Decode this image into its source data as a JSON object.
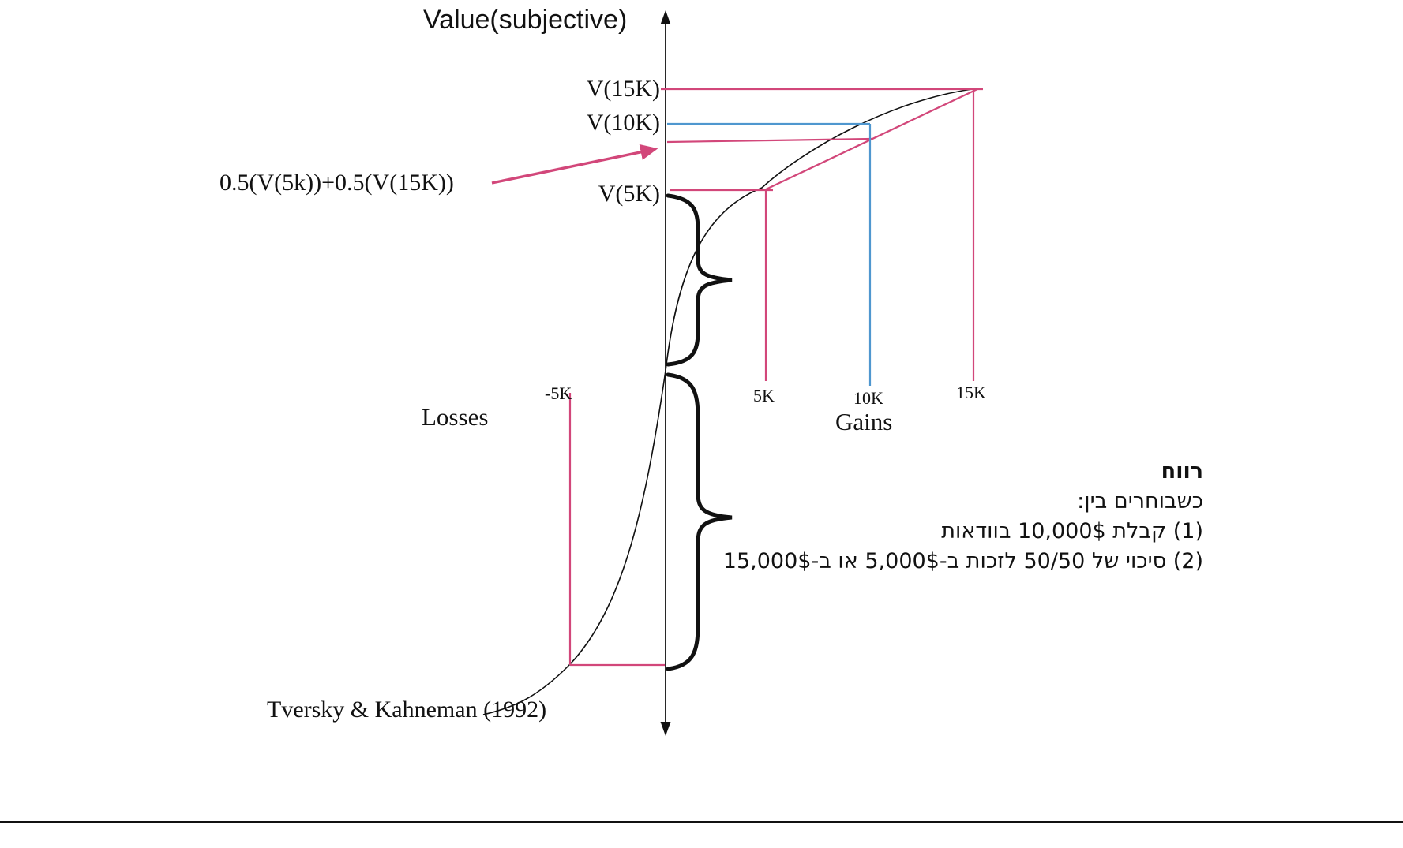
{
  "figure": {
    "y_axis_title": "Value(subjective)",
    "v15k_label": "V(15K)",
    "v10k_label": "V(10K)",
    "v5k_label": "V(5K)",
    "formula_label": "0.5(V(5k))+0.5(V(15K))",
    "tick_neg5k": "-5K",
    "tick_5k": "5K",
    "tick_10k": "10K",
    "tick_15k": "15K",
    "losses_label": "Losses",
    "gains_label": "Gains",
    "citation": "Tversky & Kahneman (1992)"
  },
  "annotation_rtl": {
    "heading": "רווח",
    "line1": "כשבוחרים בין:",
    "line2": "(1) קבלת 10,000$ בוודאות",
    "line3": "(2) סיכוי של 50/50 לזכות ב-5,000$ או ב-15,000$"
  },
  "colors": {
    "pink": "#d2477a",
    "blue": "#4f97cf",
    "ink": "#111111"
  }
}
